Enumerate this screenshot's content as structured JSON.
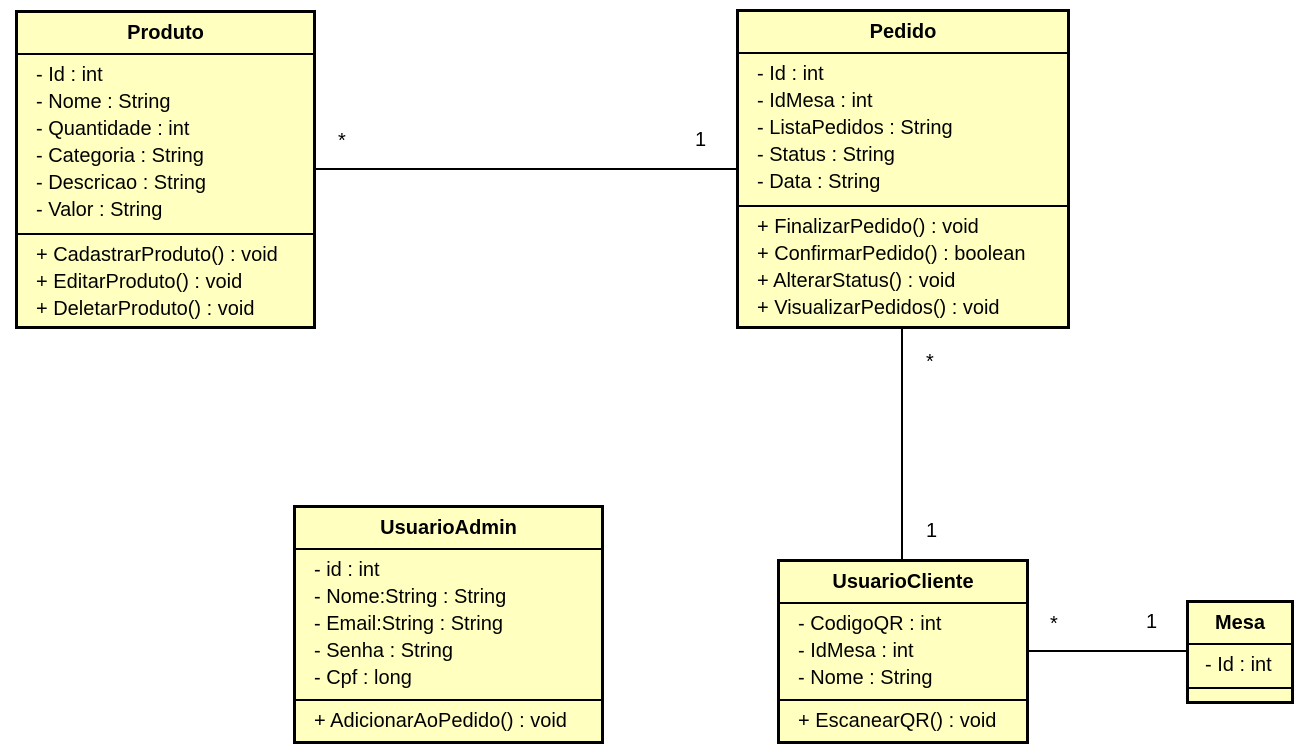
{
  "classes": {
    "produto": {
      "name": "Produto",
      "attributes": [
        "- Id : int",
        "- Nome : String",
        "- Quantidade : int",
        "- Categoria : String",
        "- Descricao : String",
        "- Valor : String"
      ],
      "operations": [
        "+ CadastrarProduto() : void",
        "+ EditarProduto() : void",
        "+ DeletarProduto() : void"
      ]
    },
    "pedido": {
      "name": "Pedido",
      "attributes": [
        "- Id : int",
        "- IdMesa : int",
        "- ListaPedidos : String",
        "- Status : String",
        "- Data : String"
      ],
      "operations": [
        "+ FinalizarPedido() : void",
        "+ ConfirmarPedido() : boolean",
        "+ AlterarStatus() : void",
        "+ VisualizarPedidos() : void"
      ]
    },
    "usuario_admin": {
      "name": "UsuarioAdmin",
      "attributes": [
        "- id : int",
        "- Nome:String : String",
        "- Email:String : String",
        "- Senha : String",
        "- Cpf : long"
      ],
      "operations": [
        "+ AdicionarAoPedido() : void"
      ]
    },
    "usuario_cliente": {
      "name": "UsuarioCliente",
      "attributes": [
        "- CodigoQR : int",
        "- IdMesa : int",
        "- Nome : String"
      ],
      "operations": [
        "+ EscanearQR() : void"
      ]
    },
    "mesa": {
      "name": "Mesa",
      "attributes": [
        "- Id : int"
      ],
      "operations": []
    }
  },
  "associations": {
    "produto_pedido": {
      "from_mult": "*",
      "to_mult": "1"
    },
    "pedido_cliente": {
      "from_mult": "*",
      "to_mult": "1"
    },
    "cliente_mesa": {
      "from_mult": "*",
      "to_mult": "1"
    }
  }
}
